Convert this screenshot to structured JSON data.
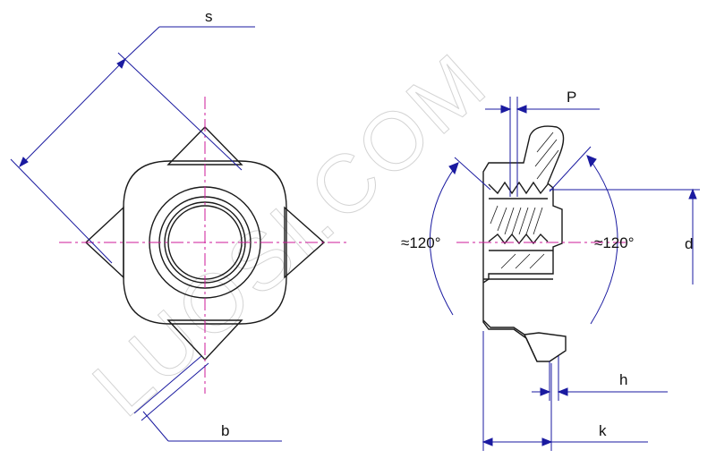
{
  "watermark": "LUOSI.COM",
  "labels": {
    "s": "s",
    "b": "b",
    "p": "P",
    "d": "d",
    "h": "h",
    "k": "k",
    "angle_left": "≈120°",
    "angle_right": "≈120°"
  },
  "colors": {
    "outline": "#1a1a1a",
    "dimension": "#1a1aa0",
    "centerline": "#cc1a9a",
    "watermark": "#d4d4d4"
  }
}
